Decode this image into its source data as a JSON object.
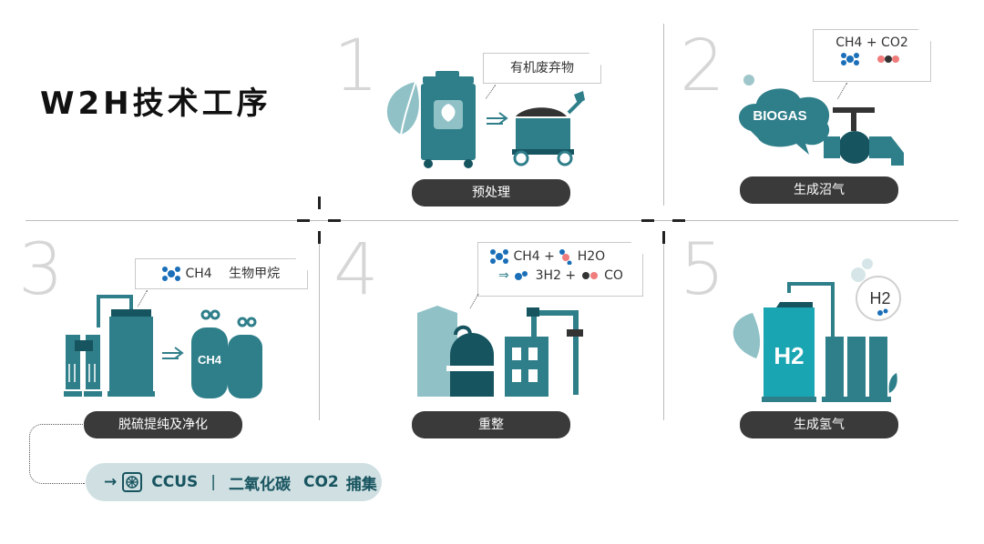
{
  "title": "W2H技术工序",
  "colors": {
    "teal": "#2f7f8a",
    "dark_teal": "#16545f",
    "light_teal": "#8fc1c6",
    "pill": "#3a3a3a",
    "bright_teal": "#1aa5b3"
  },
  "steps": [
    {
      "number": "1",
      "label": "预处理",
      "callout": "有机废弃物"
    },
    {
      "number": "2",
      "label": "生成沼气",
      "callout_formula": "CH4 + CO2",
      "biogas": "BIOGAS"
    },
    {
      "number": "3",
      "label": "脱硫提纯及净化",
      "callout_formula": "CH4",
      "callout_text": "生物甲烷",
      "tank_label": "CH4"
    },
    {
      "number": "4",
      "label": "重整",
      "formula_line1": "CH4 + ",
      "formula_line1b": "H2O",
      "formula_line2a": "3H2 +",
      "formula_line2b": "CO"
    },
    {
      "number": "5",
      "label": "生成氢气",
      "tank_label": "H2",
      "bubble_label": "H2"
    }
  ],
  "ccus": {
    "arrow": "→",
    "label": "CCUS",
    "separator": "|",
    "text": "二氧化碳",
    "formula": "CO2",
    "text2": "捕集"
  }
}
